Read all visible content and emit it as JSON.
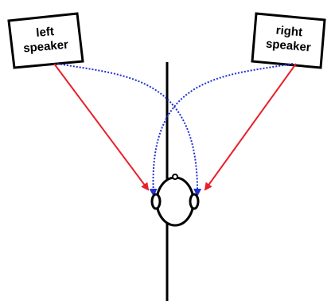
{
  "speakers": {
    "left": {
      "line1": "left",
      "line2": "speaker"
    },
    "right": {
      "line1": "right",
      "line2": "speaker"
    }
  },
  "colors": {
    "direct_path": "#e8202a",
    "crosstalk_path": "#1f2fd0",
    "outline": "#000000",
    "background": "#ffffff"
  },
  "legend": {
    "direct_path_style": "solid",
    "crosstalk_path_style": "dotted"
  }
}
